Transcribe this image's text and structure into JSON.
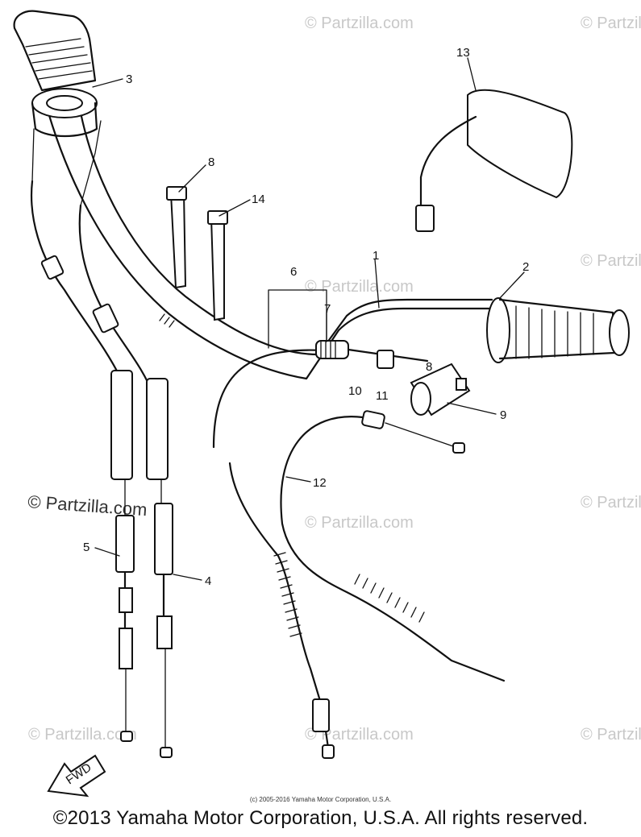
{
  "callouts": {
    "c1": "1",
    "c2": "2",
    "c3": "3",
    "c4": "4",
    "c5": "5",
    "c6": "6",
    "c7": "7",
    "c8": "8",
    "c8b": "8",
    "c9": "9",
    "c10": "10",
    "c11": "11",
    "c12": "12",
    "c13": "13",
    "c14": "14"
  },
  "fwd_label": "FWD",
  "watermark": "© Partzilla.com",
  "small_copyright": "(c) 2005-2016 Yamaha Motor Corporation, U.S.A.",
  "footer_copyright": "©2013 Yamaha Motor Corporation, U.S.A. All rights reserved.",
  "colors": {
    "ink": "#111111",
    "watermark": "#c8c8c8",
    "background": "#ffffff"
  }
}
